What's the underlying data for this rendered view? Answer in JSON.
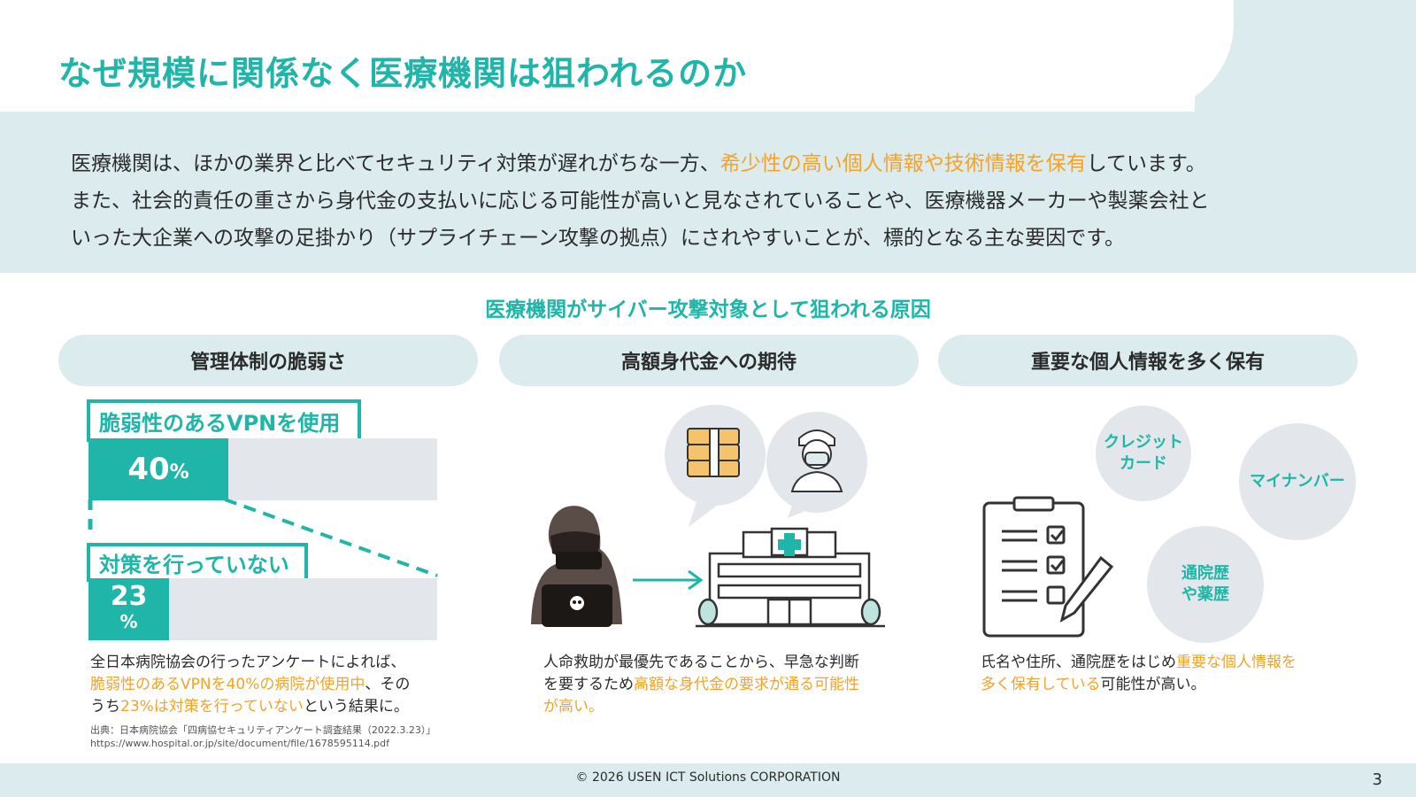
{
  "title": "なぜ規模に関係なく医療機関は狙われるのか",
  "intro": {
    "line1_pre": "医療機関は、ほかの業界と比べてセキュリティ対策が遅れがちな一方、",
    "line1_hl": "希少性の高い個人情報や技術情報を保有",
    "line1_post": "しています。",
    "line2": "また、社会的責任の重さから身代金の支払いに応じる可能性が高いと見なされていることや、医療機器メーカーや製薬会社と",
    "line3": "いった大企業への攻撃の足掛かり（サプライチェーン攻撃の拠点）にされやすいことが、標的となる主な要因です。"
  },
  "section_title": "医療機関がサイバー攻撃対象として狙われる原因",
  "columns": [
    {
      "heading": "管理体制の脆弱さ"
    },
    {
      "heading": "高額身代金への期待"
    },
    {
      "heading": "重要な個人情報を多く保有"
    }
  ],
  "vpn": {
    "label": "脆弱性のあるVPNを使用",
    "value": "40",
    "unit": "%",
    "fraction": 0.4
  },
  "noaction": {
    "label": "対策を行っていない",
    "value": "23",
    "unit": "%",
    "fraction": 0.23
  },
  "col1_desc": {
    "line1": "全日本病院協会の行ったアンケートによれば、",
    "line2_hl": "脆弱性のあるVPNを40%の病院が使用中",
    "line2_post": "、その",
    "line3_pre": "うち",
    "line3_hl": "23%は対策を行っていない",
    "line3_post": "という結果に。"
  },
  "source": {
    "line1": "出典：日本病院協会「四病協セキュリティアンケート調査結果（2022.3.23）」",
    "line2": "https://www.hospital.or.jp/site/document/file/1678595114.pdf"
  },
  "col2_desc": {
    "line1": "人命救助が最優先であることから、早急な判断",
    "line2_pre": "を要するため",
    "line2_hl": "高額な身代金の要求が通る可能性",
    "line3_hl": "が高い。"
  },
  "col3_bubbles": {
    "credit": [
      "クレジット",
      "カード"
    ],
    "mynumber": "マイナンバー",
    "history": [
      "通院歴",
      "や薬歴"
    ]
  },
  "col3_desc": {
    "line1_pre": "氏名や住所、通院歴をはじめ",
    "line1_hl": "重要な個人情報を",
    "line2_hl": "多く保有している",
    "line2_post": "可能性が高い。"
  },
  "footer": "© 2026 USEN ICT Solutions CORPORATION",
  "page_number": "3",
  "colors": {
    "accent": "#1fb5a8",
    "highlight": "#f5a228",
    "band": "#dcecee",
    "gray": "#e3e6ea"
  }
}
